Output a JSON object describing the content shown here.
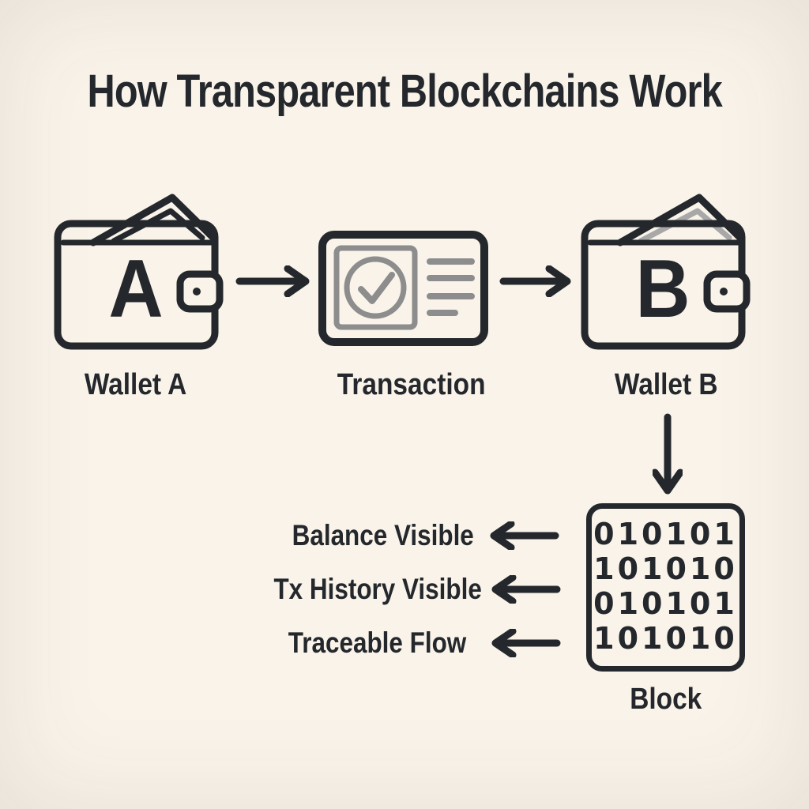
{
  "colors": {
    "background": "#f9f3ea",
    "ink": "#24282c",
    "muted_gray": "#8d8d8d",
    "wallet_b_paper_gray": "#a8a8a8"
  },
  "title": "How Transparent Blockchains Work",
  "flow": {
    "wallet_a": {
      "letter": "A",
      "label": "Wallet A"
    },
    "transaction": {
      "label": "Transaction"
    },
    "wallet_b": {
      "letter": "B",
      "label": "Wallet B"
    }
  },
  "block": {
    "binary_rows": [
      "010101",
      "101010",
      "010101",
      "101010"
    ],
    "label": "Block"
  },
  "properties": [
    {
      "label": "Balance Visible"
    },
    {
      "label": "Tx History Visible"
    },
    {
      "label": "Traceable Flow"
    }
  ],
  "icons": {
    "wallet_a": "wallet-icon",
    "transaction": "transaction-card-check-icon",
    "wallet_b": "wallet-icon",
    "flow_arrows": "arrow-right-icon",
    "to_block_arrow": "arrow-down-icon",
    "property_arrows": "arrow-left-icon",
    "block": "binary-block-icon"
  }
}
